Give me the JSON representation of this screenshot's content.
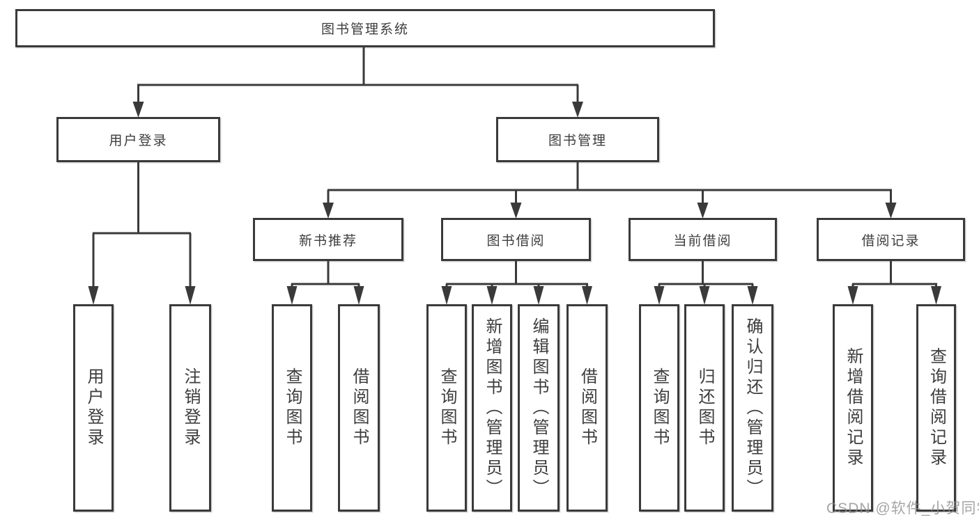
{
  "tree": {
    "root": {
      "label": "图书管理系统"
    },
    "branches": [
      {
        "label": "用户登录",
        "children": [
          {
            "label": "用户登录"
          },
          {
            "label": "注销登录"
          }
        ]
      },
      {
        "label": "图书管理",
        "children": [
          {
            "label": "新书推荐",
            "children": [
              {
                "label": "查询图书"
              },
              {
                "label": "借阅图书"
              }
            ]
          },
          {
            "label": "图书借阅",
            "children": [
              {
                "label": "查询图书"
              },
              {
                "label": "新增图书（管理员）"
              },
              {
                "label": "编辑图书（管理员）"
              },
              {
                "label": "借阅图书"
              }
            ]
          },
          {
            "label": "当前借阅",
            "children": [
              {
                "label": "查询图书"
              },
              {
                "label": "归还图书"
              },
              {
                "label": "确认归还（管理员）"
              }
            ]
          },
          {
            "label": "借阅记录",
            "children": [
              {
                "label": "新增借阅记录"
              },
              {
                "label": "查询借阅记录"
              }
            ]
          }
        ]
      }
    ]
  },
  "watermark": {
    "label": "CSDN @软件_小贺同学"
  },
  "colors": {
    "line": "#3a3a3a",
    "border": "#3a3a3a",
    "text": "#3d3d3d",
    "background": "#ffffff",
    "watermark": "#8c8c8c"
  }
}
